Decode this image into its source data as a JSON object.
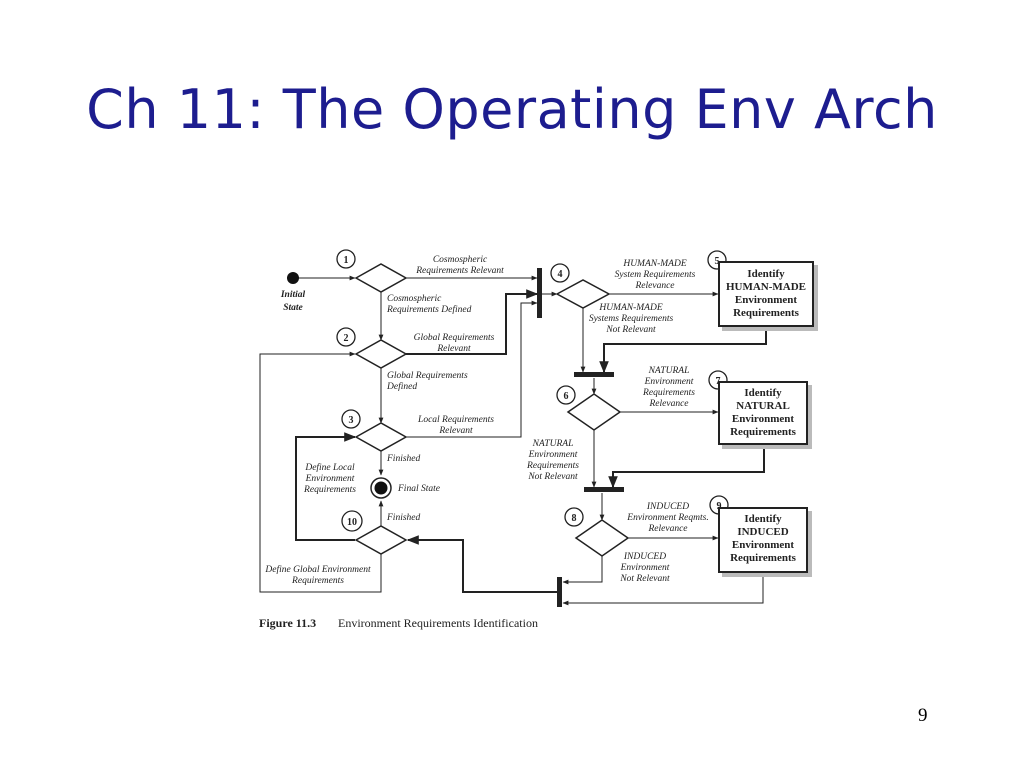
{
  "slide": {
    "title": "Ch 11: The Operating Env Arch",
    "page_number": "9"
  },
  "figure": {
    "caption_label": "Figure 11.3",
    "caption_text": "Environment Requirements Identification",
    "initial_state": [
      "Initial",
      "State"
    ],
    "final_state": "Final State",
    "step_numbers": [
      "1",
      "2",
      "3",
      "4",
      "5",
      "6",
      "7",
      "8",
      "9",
      "10"
    ],
    "boxes": {
      "human_made": [
        "Identify",
        "HUMAN-MADE",
        "Environment",
        "Requirements"
      ],
      "natural": [
        "Identify",
        "NATURAL",
        "Environment",
        "Requirements"
      ],
      "induced": [
        "Identify",
        "INDUCED",
        "Environment",
        "Requirements"
      ]
    },
    "labels": {
      "cosmo_relevant": [
        "Cosmospheric",
        "Requirements Relevant"
      ],
      "cosmo_defined": [
        "Cosmospheric",
        "Requirements Defined"
      ],
      "global_relevant": [
        "Global Requirements",
        "Relevant"
      ],
      "global_defined": [
        "Global Requirements",
        "Defined"
      ],
      "local_relevant": [
        "Local Requirements",
        "Relevant"
      ],
      "finished_1": "Finished",
      "finished_2": "Finished",
      "define_local": [
        "Define Local",
        "Environment",
        "Requirements"
      ],
      "define_global": [
        "Define Global Environment",
        "Requirements"
      ],
      "human_relevance": [
        "HUMAN-MADE",
        "System Requirements",
        "Relevance"
      ],
      "human_not_relevant": [
        "HUMAN-MADE",
        "Systems Requirements",
        "Not Relevant"
      ],
      "natural_relevance": [
        "NATURAL",
        "Environment",
        "Requirements",
        "Relevance"
      ],
      "natural_not_relevant": [
        "NATURAL",
        "Environment",
        "Requirements",
        "Not Relevant"
      ],
      "induced_relevance": [
        "INDUCED",
        "Environment Reqmts.",
        "Relevance"
      ],
      "induced_not_relevant": [
        "INDUCED",
        "Environment",
        "Not Relevant"
      ]
    }
  }
}
